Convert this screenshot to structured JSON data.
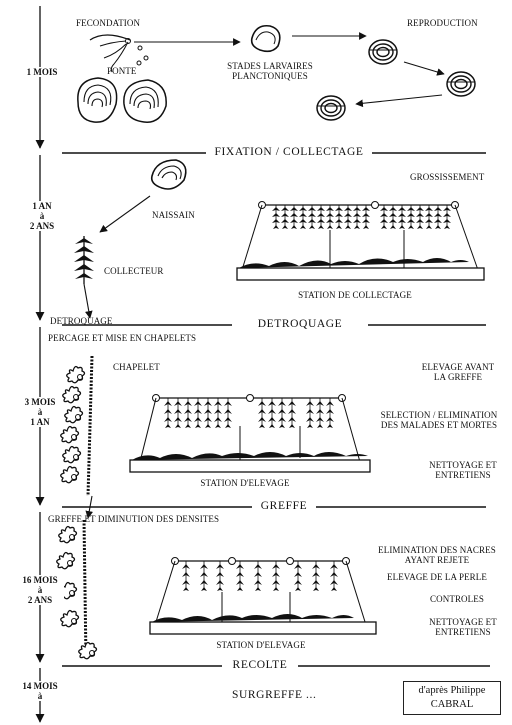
{
  "top": {
    "fecondation": "FECONDATION",
    "reproduction": "REPRODUCTION",
    "ponte": "PONTE",
    "stades_larvaires": "STADES LARVAIRES",
    "planctoniques": "PLANCTONIQUES"
  },
  "time_markers": {
    "t1": "1 MOIS",
    "t2_line1": "1 AN",
    "t2_line2": "à",
    "t2_line3": "2 ANS",
    "t3_line1": "3 MOIS",
    "t3_line2": "à",
    "t3_line3": "1 AN",
    "t4_line1": "16 MOIS",
    "t4_line2": "à",
    "t4_line3": "2 ANS",
    "t5_line1": "14 MOIS",
    "t5_line2": "à"
  },
  "stages": {
    "fixation": "FIXATION / COLLECTAGE",
    "detroquage": "DETROQUAGE",
    "greffe": "GREFFE",
    "recolte": "RECOLTE",
    "surgreffe": "SURGREFFE ..."
  },
  "labels": {
    "grossissement": "GROSSISSEMENT",
    "naissain": "NAISSAIN",
    "collecteur": "COLLECTEUR",
    "station_collectage": "STATION DE COLLECTAGE",
    "detroquage_small": "DETROQUAGE",
    "percage": "PERCAGE ET MISE EN CHAPELETS",
    "chapelet": "CHAPELET",
    "elevage_avant_1": "ELEVAGE AVANT",
    "elevage_avant_2": "LA GREFFE",
    "selection_1": "SELECTION / ELIMINATION",
    "selection_2": "DES MALADES ET MORTES",
    "nettoyage1_1": "NETTOYAGE ET",
    "nettoyage1_2": "ENTRETIENS",
    "station_elevage_1": "STATION D'ELEVAGE",
    "greffe_diminution": "GREFFE ET DIMINUTION DES DENSITES",
    "elimination_1": "ELIMINATION DES NACRES",
    "elimination_2": "AYANT  REJETE",
    "elevage_perle": "ELEVAGE DE LA PERLE",
    "controles": "CONTROLES",
    "nettoyage2_1": "NETTOYAGE ET",
    "nettoyage2_2": "ENTRETIENS",
    "station_elevage_2": "STATION D'ELEVAGE"
  },
  "credit": {
    "line1": "d'après Philippe",
    "line2": "CABRAL"
  }
}
